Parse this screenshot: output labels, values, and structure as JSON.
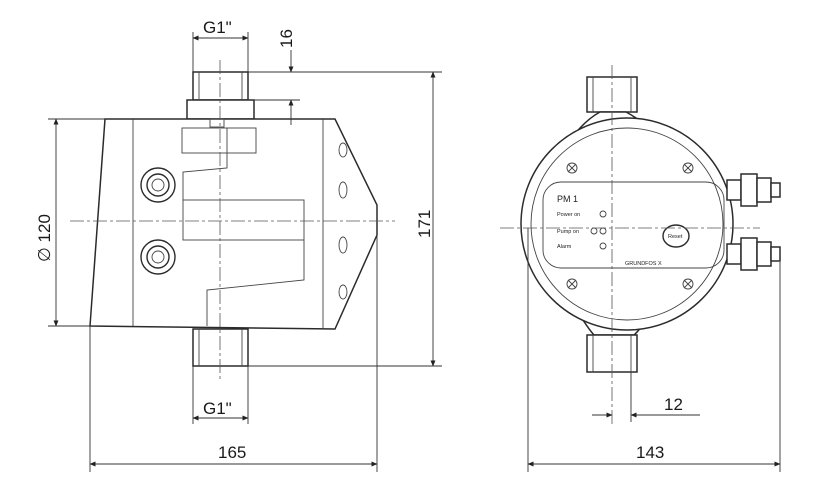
{
  "dimensions": {
    "thread_top": "G1\"",
    "thread_bottom": "G1\"",
    "top_offset": "16",
    "diameter": "∅ 120",
    "height": "171",
    "width_side": "165",
    "width_front": "143",
    "outlet_offset": "12"
  },
  "panel": {
    "model": "PM 1",
    "indicator_1": "Power on",
    "indicator_2": "Pump on",
    "indicator_3": "Alarm",
    "button": "Reset",
    "brand": "GRUNDFOS X"
  }
}
